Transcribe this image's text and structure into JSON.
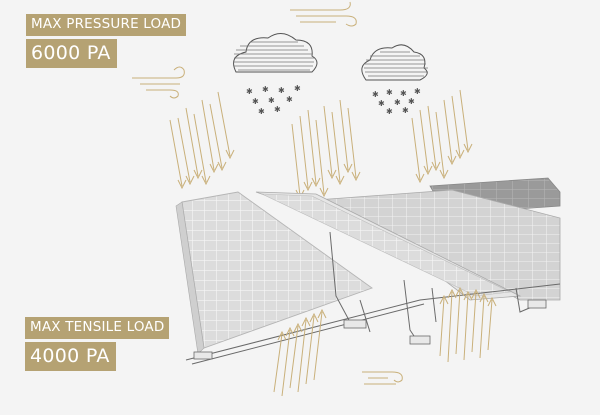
{
  "pressure": {
    "label": "MAX PRESSURE LOAD",
    "value": "6000 PA"
  },
  "tensile": {
    "label": "MAX TENSILE LOAD",
    "value": "4000 PA"
  },
  "illustration": {
    "elements": [
      "cloud-icon",
      "snowflake-icon",
      "wind-icon",
      "downward-arrow-icon",
      "upward-arrow-icon",
      "solar-panel-array"
    ]
  },
  "colors": {
    "accent": "#b5a273",
    "background": "#f4f4f4",
    "panel": "#d9d9d9",
    "panel_dark": "#8a8a8a",
    "arrow": "#c9b07a",
    "sketch": "#6a6a6a"
  }
}
